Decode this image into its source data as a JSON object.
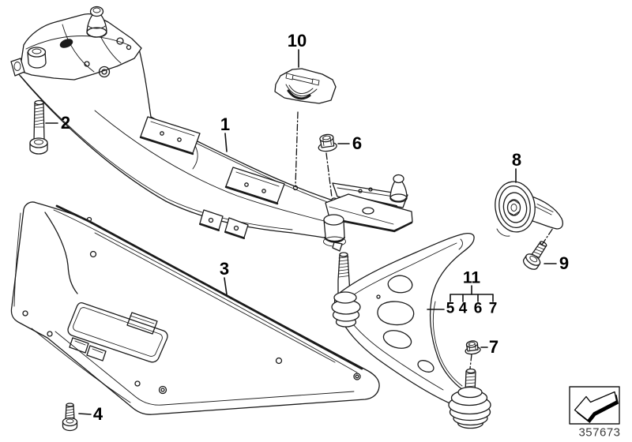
{
  "callouts": {
    "c1": "1",
    "c2": "2",
    "c3": "3",
    "c4": "4",
    "c6": "6",
    "c7": "7",
    "c8": "8",
    "c9": "9",
    "c10": "10",
    "c11": "11",
    "group": {
      "items": [
        "5",
        "4",
        "6",
        "7"
      ]
    }
  },
  "footer": {
    "part_number": "357673",
    "direction_arrow_icon": "direction-of-travel-arrow"
  }
}
